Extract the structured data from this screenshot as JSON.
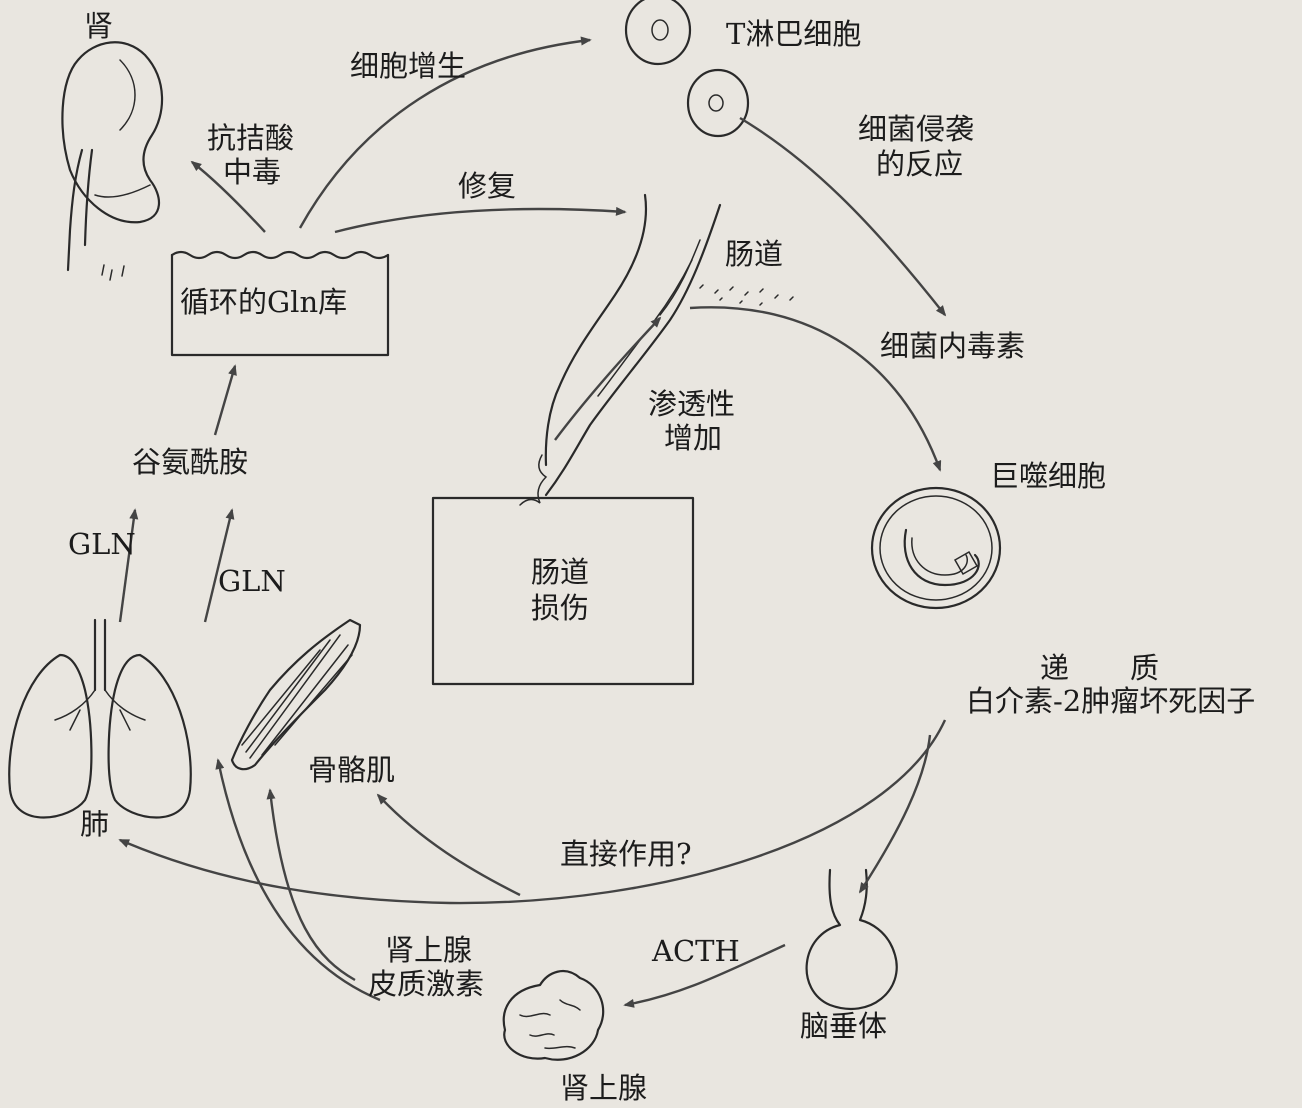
{
  "labels": {
    "kidney": "肾",
    "t_cell": "T淋巴细胞",
    "proliferation": "细胞增生",
    "anti_acidosis_1": "抗拮酸",
    "anti_acidosis_2": "中毒",
    "repair": "修复",
    "bacterial_invasion_1": "细菌侵袭",
    "bacterial_invasion_2": "的反应",
    "gln_pool": "循环的Gln库",
    "intestine": "肠道",
    "endotoxin": "细菌内毒素",
    "permeability_1": "渗透性",
    "permeability_2": "增加",
    "glutamine": "谷氨酰胺",
    "macrophage": "巨噬细胞",
    "gln_left": "GLN",
    "gln_right": "GLN",
    "gut_injury_1": "肠道",
    "gut_injury_2": "损伤",
    "mediator_1": "递",
    "mediator_2": "质",
    "il2_tnf": "白介素-2肿瘤坏死因子",
    "skeletal_muscle": "骨骼肌",
    "lung": "肺",
    "direct_effect": "直接作用?",
    "corticosteroid_1": "肾上腺",
    "corticosteroid_2": "皮质激素",
    "acth": "ACTH",
    "pituitary": "脑垂体",
    "adrenal": "肾上腺"
  },
  "colors": {
    "background": "#e9e6e0",
    "ink": "#1c1c1c",
    "arrow": "#444444"
  }
}
